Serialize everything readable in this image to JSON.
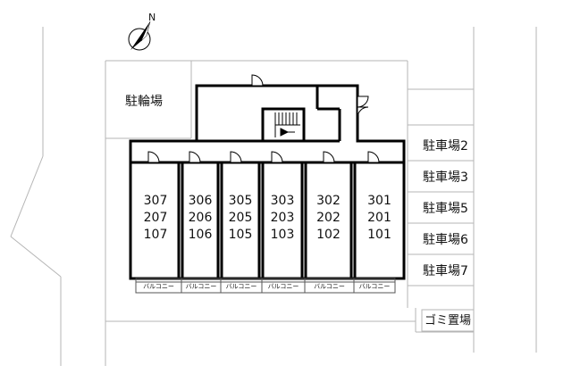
{
  "labels": {
    "bicycle_parking": "駐輪場",
    "trash_area": "ゴミ置場",
    "north": "N"
  },
  "parking": [
    {
      "label": "駐車場2"
    },
    {
      "label": "駐車場3"
    },
    {
      "label": "駐車場5"
    },
    {
      "label": "駐車場6"
    },
    {
      "label": "駐車場7"
    }
  ],
  "units": [
    {
      "top": "307",
      "mid": "207",
      "bottom": "107",
      "balcony": "バルコニー"
    },
    {
      "top": "306",
      "mid": "206",
      "bottom": "106",
      "balcony": "バルコニー"
    },
    {
      "top": "305",
      "mid": "205",
      "bottom": "105",
      "balcony": "バルコニー"
    },
    {
      "top": "303",
      "mid": "203",
      "bottom": "103",
      "balcony": "バルコニー"
    },
    {
      "top": "302",
      "mid": "202",
      "bottom": "102",
      "balcony": "バルコニー"
    },
    {
      "top": "301",
      "mid": "201",
      "bottom": "101",
      "balcony": "バルコニー"
    }
  ],
  "colors": {
    "wall": "#000000",
    "site_line": "#b5b5b5",
    "balcony_line": "#555555",
    "background": "#ffffff"
  },
  "icons": {
    "compass": "north-arrow-icon",
    "stairs": "staircase-icon",
    "door": "door-swing-icon"
  }
}
